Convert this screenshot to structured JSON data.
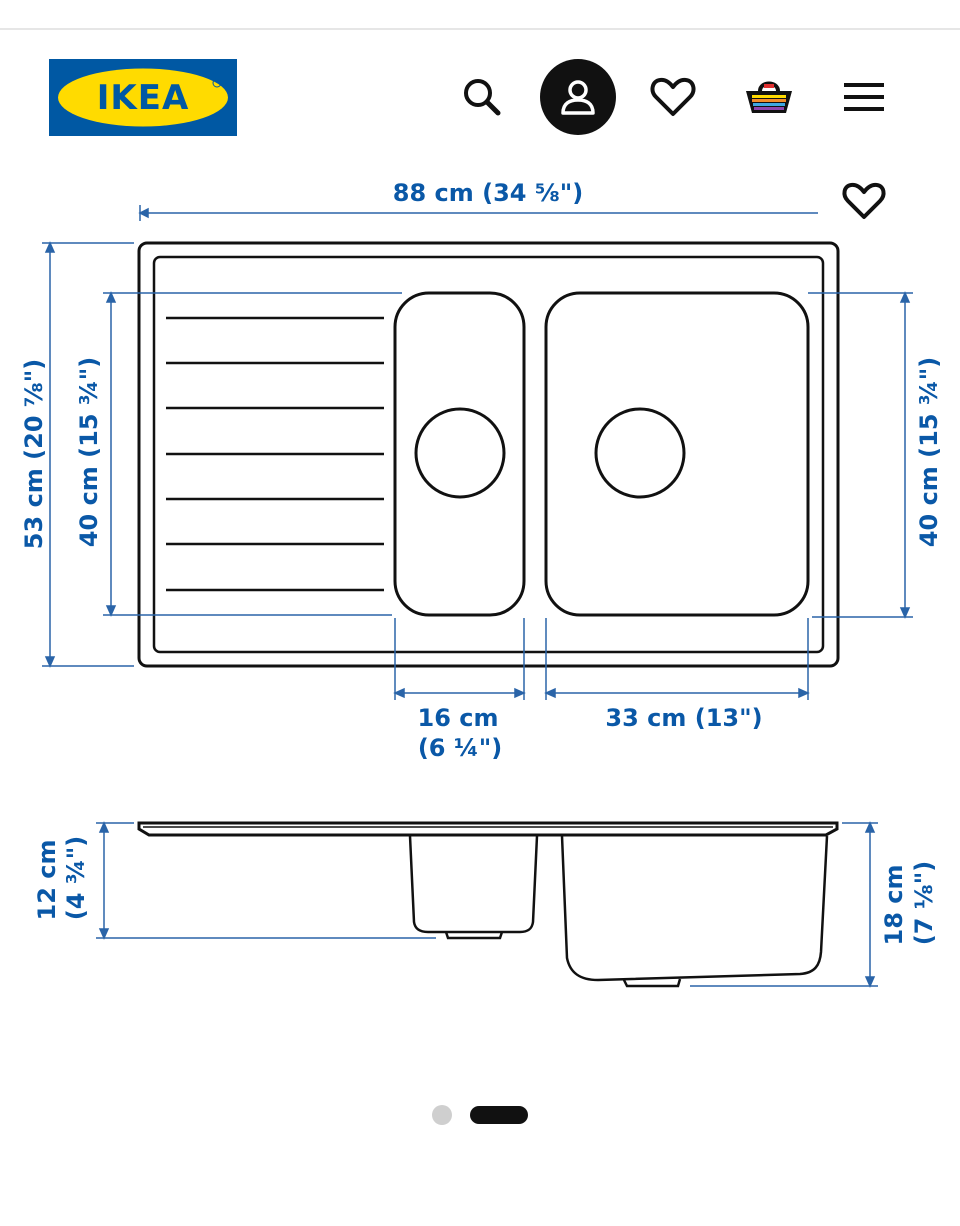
{
  "brand": {
    "name": "IKEA",
    "colors": {
      "blue": "#0058a3",
      "yellow": "#ffdb00"
    }
  },
  "header_icons": [
    "search-icon",
    "account-icon",
    "heart-icon",
    "shopping-bag-icon",
    "menu-icon"
  ],
  "dimensions": {
    "top_width": "88 cm (34 ⅝\")",
    "total_depth": "53 cm (20 ⅞\")",
    "left_bowl_depth": "40 cm (15 ¾\")",
    "right_bowl_depth": "40 cm (15 ¾\")",
    "small_bowl_width_line1": "16 cm",
    "small_bowl_width_line2": "(6 ¼\")",
    "large_bowl_width": "33 cm (13\")",
    "small_bowl_height_line1": "12 cm",
    "small_bowl_height_line2": "(4 ¾\")",
    "large_bowl_height_line1": "18 cm",
    "large_bowl_height_line2": "(7 ⅛\")"
  },
  "colors": {
    "dimension_text": "#0a58a7",
    "line": "#111111"
  },
  "carousel": {
    "total": 2,
    "active_index": 1
  }
}
